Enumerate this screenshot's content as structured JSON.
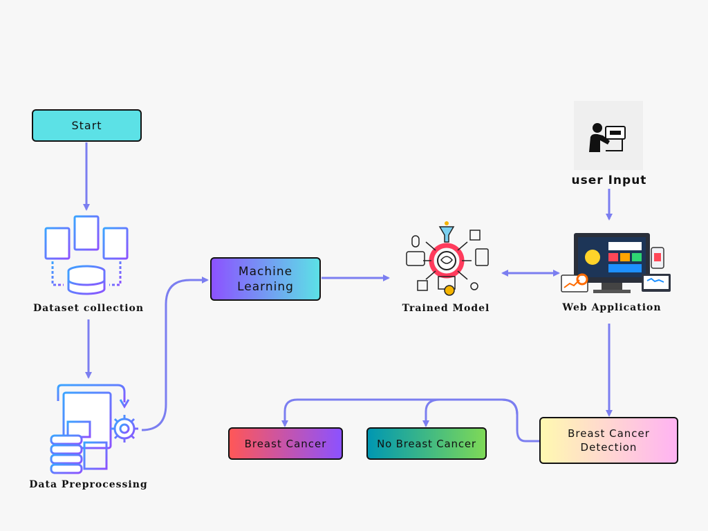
{
  "nodes": {
    "start": "Start",
    "dataset": "Dataset collection",
    "preprocess": "Data Preprocessing",
    "ml_line1": "Machine",
    "ml_line2": "Learning",
    "trained": "Trained Model",
    "user_input": "user Input",
    "web_app": "Web Application",
    "detection_line1": "Breast Cancer",
    "detection_line2": "Detection",
    "positive": "Breast Cancer",
    "negative": "No Breast Cancer"
  },
  "colors": {
    "arrow": "#7b7ef0",
    "start_fill": "#5ce1e6",
    "ml_gradient": [
      "#8c52ff",
      "#5ce1e6"
    ],
    "positive_gradient": [
      "#ff5757",
      "#8c52ff"
    ],
    "negative_gradient": [
      "#0097b2",
      "#7ed957"
    ],
    "detection_gradient": [
      "#fff9b0",
      "#ffb3f2"
    ],
    "icon_gradient": [
      "#8c52ff",
      "#3ba4ff"
    ]
  }
}
